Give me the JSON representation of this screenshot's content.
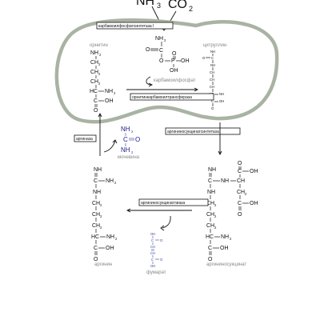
{
  "inputs": {
    "nh3": "NH",
    "nh3_sub": "3",
    "co2": "CO",
    "co2_sub": "2"
  },
  "enzymes": {
    "cps1": "карбамоилфосфатсинтетаза I",
    "otc": "орнитинкарбамоилтрансфераза",
    "ass": "аргининосукцинатсинтетаза",
    "asl": "аргининосукцинатлиаза",
    "arginase": "аргиназа"
  },
  "compounds": {
    "ornithine": "орнитин",
    "carbamoyl_phosphate": "карбамоилфосфат",
    "citrulline": "цитруллин",
    "urea": "мочевина",
    "arginine": "аргинин",
    "argininosuccinate": "аргининосукцинат",
    "fumarate": "фумарат"
  },
  "atoms": {
    "nh2": "NH",
    "two": "2",
    "nh": "NH",
    "hc": "HC",
    "c": "C",
    "o": "O",
    "oh": "OH",
    "p": "P",
    "ch2": "CH",
    "ch": "CH",
    "c_oh": "C—OH",
    "o_dbl": "O",
    "hc_nh2": "HC—NH",
    "cooh": "C—OH"
  },
  "colors": {
    "membrane_stroke": "#a9b3a3",
    "urea_color": "#1a1a8c",
    "fumarate_color": "#3a3aa8"
  }
}
